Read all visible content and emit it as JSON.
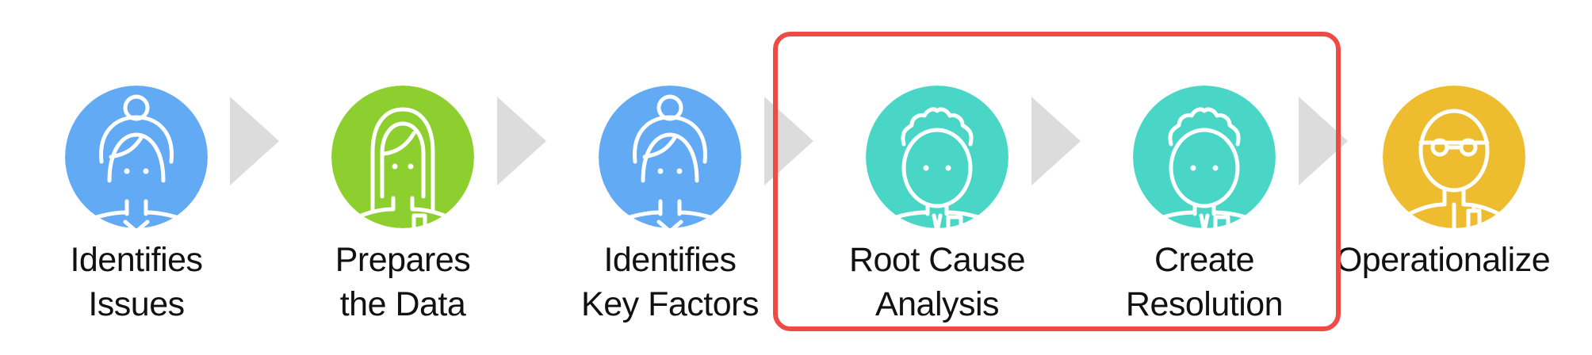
{
  "colors": {
    "blue": "#63aaf5",
    "green": "#8ccf2f",
    "teal": "#49d6c6",
    "yellow": "#eebd2f",
    "arrow": "#dcdcdc",
    "highlight": "#ee4b46",
    "text": "#111111"
  },
  "steps": [
    {
      "line1": "Identifies",
      "line2": "Issues",
      "icon": "person-blue-icon",
      "color": "#63aaf5"
    },
    {
      "line1": "Prepares",
      "line2": "the Data",
      "icon": "person-green-icon",
      "color": "#8ccf2f"
    },
    {
      "line1": "Identifies",
      "line2": "Key Factors",
      "icon": "person-blue-icon",
      "color": "#63aaf5"
    },
    {
      "line1": "Root Cause",
      "line2": "Analysis",
      "icon": "person-teal-icon",
      "color": "#49d6c6"
    },
    {
      "line1": "Create",
      "line2": "Resolution",
      "icon": "person-teal-icon",
      "color": "#49d6c6"
    },
    {
      "line1": "Operationalize",
      "line2": "",
      "icon": "person-yellow-icon",
      "color": "#eebd2f"
    }
  ]
}
